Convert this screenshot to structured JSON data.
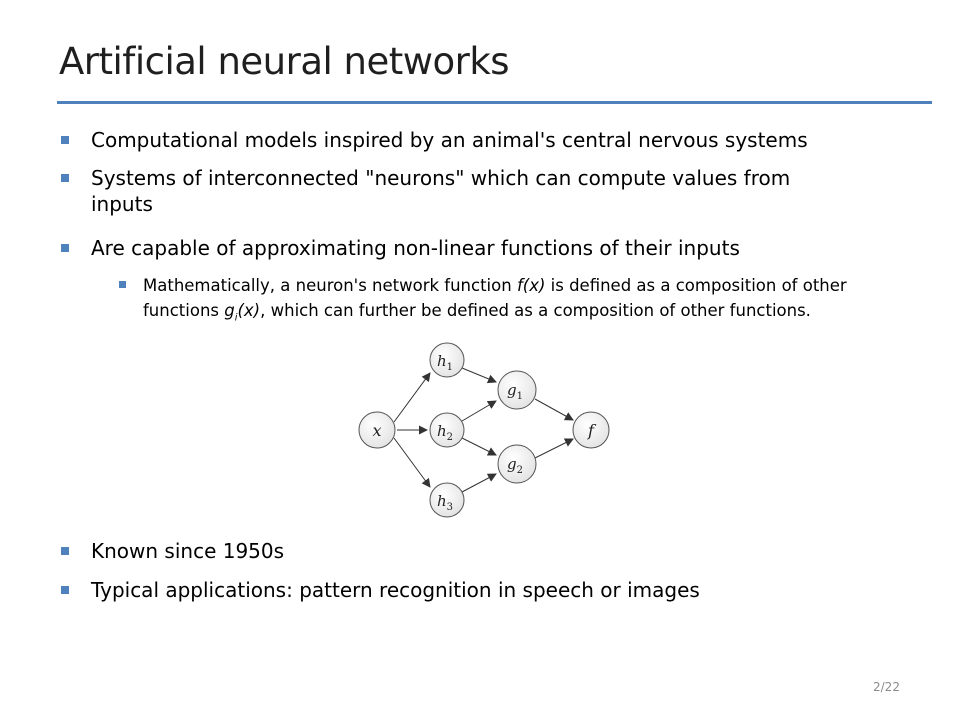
{
  "slide": {
    "title": "Artificial neural networks",
    "page_number": "2/22"
  },
  "bullets": [
    "Computational models inspired by an animal's central nervous systems",
    "Systems of interconnected \"neurons\" which can compute values from inputs",
    "Are capable of approximating non-linear functions of their inputs",
    "Known since 1950s",
    "Typical applications: pattern recognition in speech or images"
  ],
  "sub_bullet": {
    "part1": "Mathematically, a neuron's network function ",
    "fx": "f(x)",
    "part2": " is defined as a composition of other functions ",
    "g": "g",
    "i": "i",
    "x": "(x)",
    "part3": ",  which can further be defined as a composition of other functions."
  },
  "diagram": {
    "nodes": {
      "x": "x",
      "h1": "h",
      "h1_sub": "1",
      "h2": "h",
      "h2_sub": "2",
      "h3": "h",
      "h3_sub": "3",
      "g1": "g",
      "g1_sub": "1",
      "g2": "g",
      "g2_sub": "2",
      "f": "f"
    }
  }
}
